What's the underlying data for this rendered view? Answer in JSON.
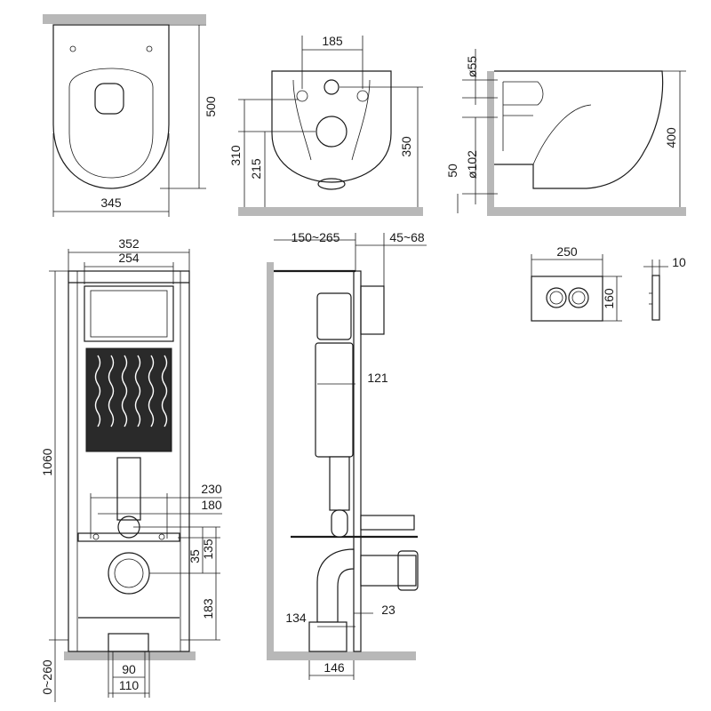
{
  "dimensions": {
    "bowl_length": "500",
    "bowl_width": "345",
    "bolt_spacing": "185",
    "height_310": "310",
    "height_215": "215",
    "height_350": "350",
    "d55": "ø55",
    "d102": "ø102",
    "offset_50": "50",
    "side_400": "400",
    "frame_width": "352",
    "frame_inner": "254",
    "frame_height": "1060",
    "depth_range": "150~265",
    "depth_45_68": "45~68",
    "plate_width": "250",
    "plate_height": "160",
    "plate_depth": "10",
    "bolt_230": "230",
    "bolt_180": "180",
    "h35": "35",
    "h135": "135",
    "h183": "183",
    "d121": "121",
    "d134": "134",
    "d23": "23",
    "d146": "146",
    "foot_90": "90",
    "foot_110": "110",
    "leg_range": "0~260"
  },
  "colors": {
    "wall": "#b8b8b8",
    "line": "#1a1a1a"
  }
}
